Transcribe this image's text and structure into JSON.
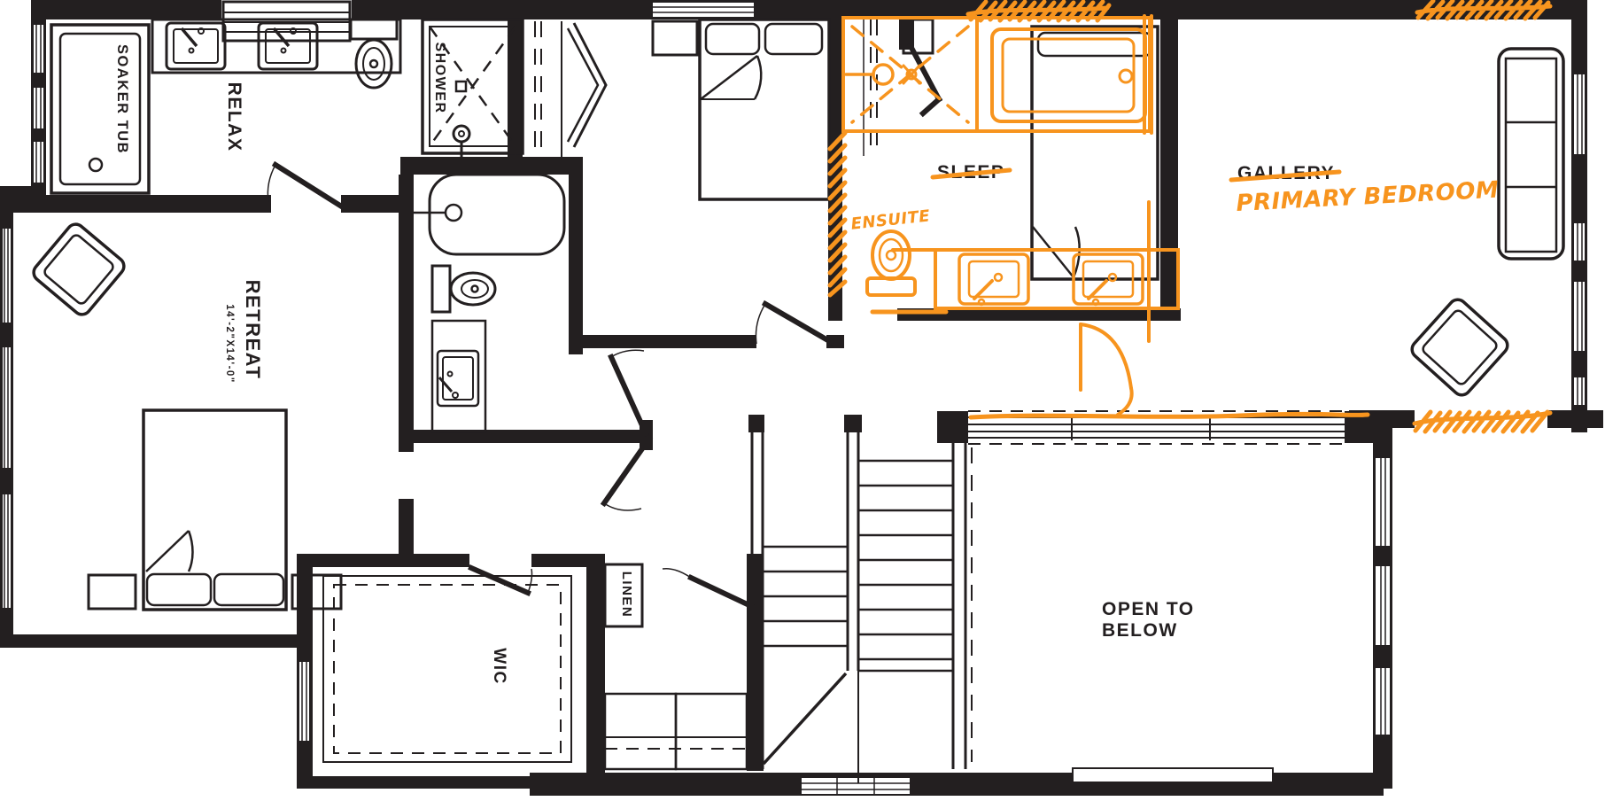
{
  "plan": {
    "type": "floor-plan-with-renovation-markup",
    "colors": {
      "ink": "#231f20",
      "markup_orange": "#f7941e",
      "background": "#ffffff"
    },
    "labels": {
      "soaker_tub": "SOAKER TUB",
      "relax": "RELAX",
      "shower": "SHOWER",
      "retreat": "RETREAT",
      "retreat_dims": "14'-2\"X14'-0\"",
      "sleep": "SLEEP",
      "ensuite": "ENSUITE",
      "gallery": "GALLERY",
      "primary_bedroom": "PRIMARY BEDROOM",
      "open_to_below_line1": "OPEN TO",
      "open_to_below_line2": "BELOW",
      "wic": "WIC",
      "linen": "LINEN"
    },
    "markup_notes": {
      "struck_labels": [
        "SLEEP",
        "GALLERY"
      ],
      "handwritten_replacements": [
        "ENSUITE",
        "PRIMARY BEDROOM"
      ],
      "orange_added_fixtures": [
        "shower",
        "freestanding-tub",
        "double-vanity",
        "toilet",
        "new-wall",
        "new-door"
      ]
    }
  }
}
